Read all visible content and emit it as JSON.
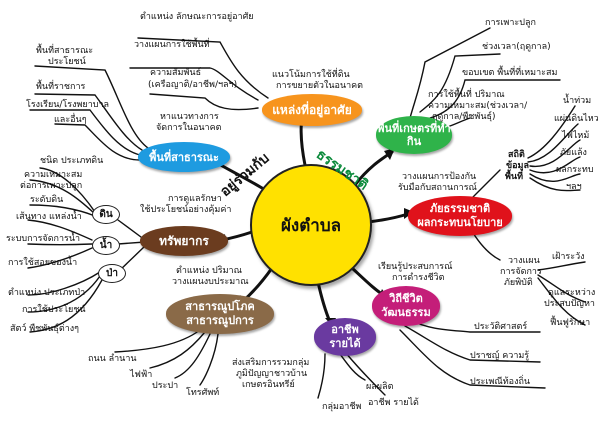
{
  "center": {
    "label": "ผังตำบล"
  },
  "arc": {
    "left": "อยู่ร่วมกับ",
    "right": "ธรรมชาติ"
  },
  "colors": {
    "center": "#ffe100",
    "orange": "#f7941d",
    "green": "#2fb34a",
    "red": "#e0121b",
    "magenta": "#c41e79",
    "purple": "#6a3aa0",
    "brown": "#8a6a48",
    "blue": "#1e9be0",
    "darkbrown": "#6b3c1f",
    "accent_green": "#0a8a3a"
  },
  "nodes": {
    "housing": {
      "label": "แหล่งที่อยู่อาศัย",
      "sub": [
        "แนวโน้มการใช้ที่ดิน",
        "การขยายตัวในอนาคต"
      ],
      "leaves": [
        "ตำแหน่ง ลักษณะการอยู่อาศัย",
        "วางแผนการใช้พื้นที่",
        "ความสัมพันธ์",
        "(เครือญาติ/อาชีพ/ฯลฯ)"
      ]
    },
    "agri": {
      "label": "พื้นที่เกษตรที่ทำกิน",
      "leaves": [
        "การเพาะปลูก",
        "ช่วงเวลา(ฤดูกาล)",
        "ขอบเขต พื้นที่ที่เหมาะสม",
        "การใช้พื้นที่ ปริมาณ",
        "ความเหมาะสม(ช่วงเวลา/",
        "ฤดูกาล/พืชพันธุ์)"
      ]
    },
    "public": {
      "label": "พื้นที่สาธารณะ",
      "sub": [
        "หาแนวทางการ",
        "จัดการในอนาคต"
      ],
      "leaves": [
        "พื้นที่สาธารณะ",
        "ประโยชน์",
        "พื้นที่ราชการ",
        "โรงเรียน/โรงพยาบาล",
        "และอื่นๆ"
      ]
    },
    "disaster": {
      "label": "ภัยธรรมชาติ",
      "label2": "ผลกระทบนโยบาย",
      "sub": [
        "วางแผนการป้องกัน",
        "รับมือกับสถานการณ์"
      ],
      "stats": [
        "สถิติ",
        "ข้อมูล",
        "พื้นที่"
      ],
      "leaves": [
        "น้ำท่วม",
        "แผ่นดินไหว",
        "ไฟไหม้",
        "ภัยแล้ง",
        "ผลกระทบ",
        "ฯลฯ"
      ],
      "plan": [
        "วางแผน",
        "การจัดการ",
        "ภัยพิบัติ"
      ],
      "plan_leaves": [
        "เฝ้าระวัง",
        "ดูแลระหว่าง",
        "ประสบปัญหา",
        "ฟื้นฟูรักษา"
      ]
    },
    "resource": {
      "label": "ทรัพยากร",
      "sub": [
        "การดูแลรักษา",
        "ใช้ประโยชน์อย่างคุ้มค่า"
      ],
      "soil": "ดิน",
      "water": "น้ำ",
      "forest": "ป่า",
      "soil_leaves": [
        "ชนิด ประเภทดิน",
        "ความเหมาะสม",
        "ต่อการเพาะปลูก",
        "ระดับดิน"
      ],
      "water_leaves": [
        "เส้นทาง แหล่งน้ำ",
        "ระบบการจัดการน้ำ",
        "การใช้สอยของน้ำ"
      ],
      "forest_leaves": [
        "ตำแหน่ง ประเภทป่า",
        "การใช้ประโยชน์",
        "สัตว์ พืชพันธุ์ต่างๆ"
      ]
    },
    "culture": {
      "label": "วิถีชีวิต",
      "label2": "วัฒนธรรม",
      "sub": [
        "เรียนรู้ประสบการณ์",
        "การดำรงชีวิต"
      ],
      "leaves": [
        "ประวัติศาสตร์",
        "ปราชญ์ ความรู้",
        "ประเพณีท้องถิ่น"
      ]
    },
    "infra": {
      "label": "สาธารณูปโภค",
      "label2": "สาธารณูปการ",
      "sub": [
        "ตำแหน่ง ปริมาณ",
        "วางแผนงบประมาณ"
      ],
      "leaves": [
        "ถนน ลำนาน",
        "ไฟฟ้า",
        "ประปา",
        "โทรศัพท์"
      ]
    },
    "career": {
      "label": "อาชีพ",
      "label2": "รายได้",
      "sub": [
        "ส่งเสริมการรวมกลุ่ม",
        "ภูมิปัญญาชาวบ้าน",
        "เกษตรอินทรีย์"
      ],
      "leaves": [
        "กลุ่มอาชีพ",
        "ผลผลิต",
        "อาชีพ รายได้"
      ]
    }
  }
}
